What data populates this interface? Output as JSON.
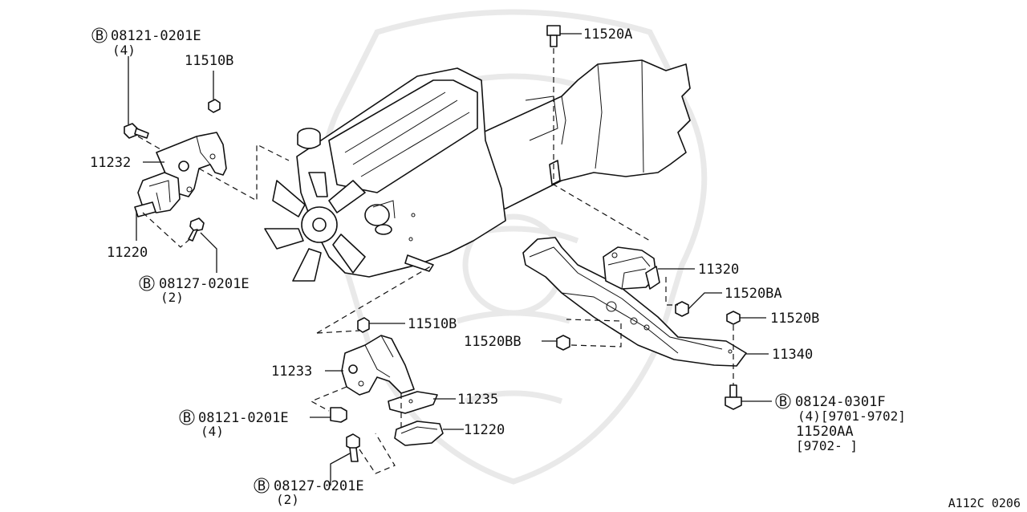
{
  "diagram": {
    "callouts": {
      "b08121_top": "08121-0201E",
      "b08121_top_qty": "(4)",
      "p11510B_top": "11510B",
      "p11232": "11232",
      "p11220_left": "11220",
      "b08127_top": "08127-0201E",
      "b08127_top_qty": "(2)",
      "p11520A": "11520A",
      "p11320": "11320",
      "p11520BA": "11520BA",
      "p11520B": "11520B",
      "p11520BB": "11520BB",
      "p11340": "11340",
      "b08124": "08124-0301F",
      "b08124_qty": "(4)[9701-9702]",
      "p11520AA": "11520AA",
      "p11520AA_date": "[9702-     ]",
      "p11510B_bottom": "11510B",
      "p11233": "11233",
      "p11235": "11235",
      "p11220_bottom": "11220",
      "b08121_bottom": "08121-0201E",
      "b08121_bottom_qty": "(4)",
      "b08127_bottom": "08127-0201E",
      "b08127_bottom_qty": "(2)"
    },
    "bolt_marker": "B",
    "figure_code": "A112C 0206"
  }
}
